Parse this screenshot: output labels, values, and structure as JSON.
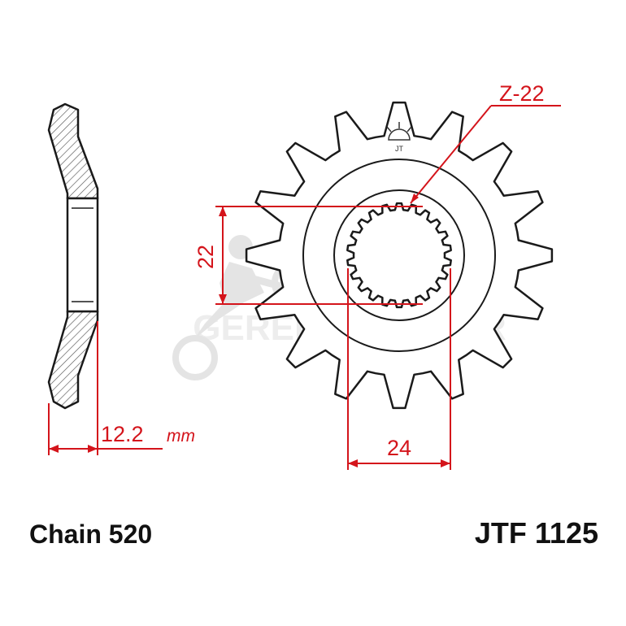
{
  "diagram": {
    "teeth_label": "Z-22",
    "spline_diameter_label": "22",
    "hub_width_label": "24",
    "thickness_value": "12.2",
    "thickness_unit": "mm",
    "chain_label": "Chain 520",
    "part_number": "JTF 1125",
    "watermark_text": "GERELSE MOTOR",
    "colors": {
      "dimension": "#d4141b",
      "outline": "#1a1a1a",
      "hatch": "#555555",
      "watermark": "#cfcfcf"
    }
  }
}
